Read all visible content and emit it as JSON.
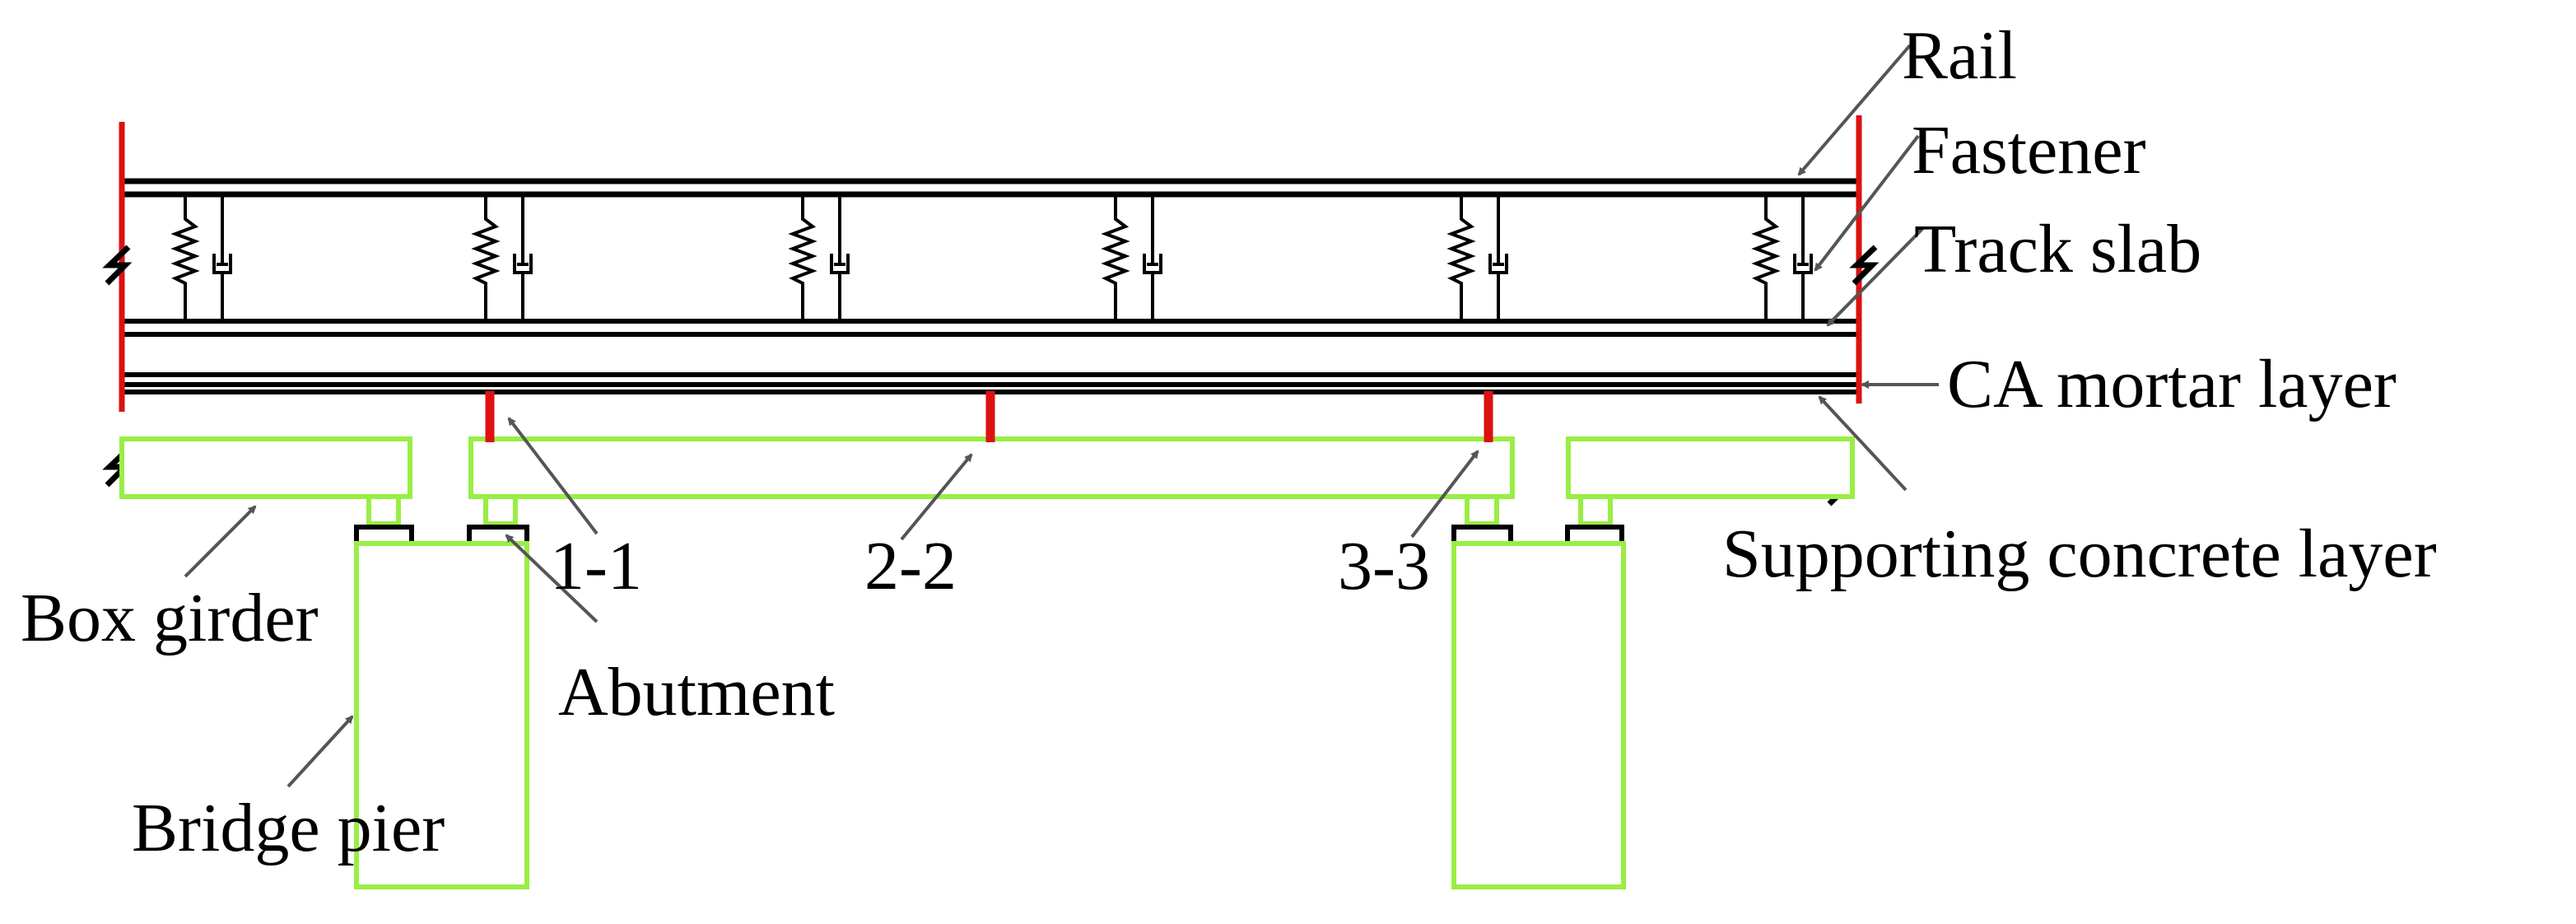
{
  "labels": {
    "rail": "Rail",
    "fastener": "Fastener",
    "track_slab": "Track slab",
    "ca_mortar": "CA mortar layer",
    "supporting": "Supporting concrete layer",
    "box_girder": "Box girder",
    "abutment": "Abutment",
    "bridge_pier": "Bridge pier",
    "section_1": "1-1",
    "section_2": "2-2",
    "section_3": "3-3"
  },
  "colors": {
    "structure": "#000000",
    "boundary_red": "#dd1111",
    "concrete_green": "#99ee44",
    "arrow": "#555555"
  },
  "icons": {
    "spring": "spring-icon",
    "damper": "damper-icon",
    "break": "break-symbol-icon"
  }
}
